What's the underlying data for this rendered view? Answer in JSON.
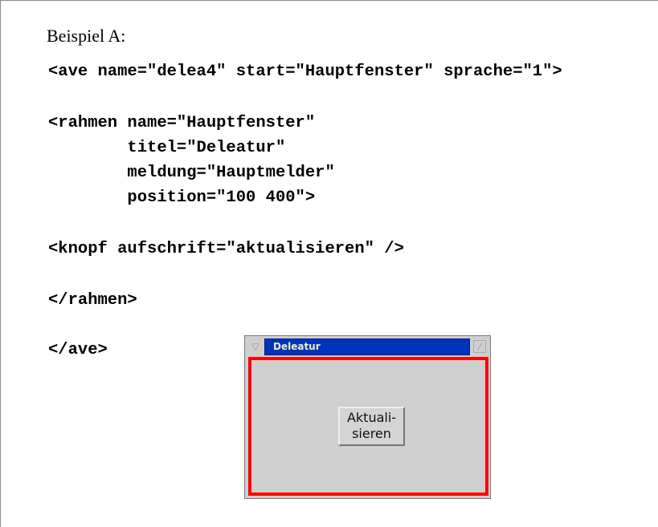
{
  "heading": "Beispiel A:",
  "code_lines": [
    "<ave name=\"delea4\" start=\"Hauptfenster\" sprache=\"1\">",
    "<rahmen name=\"Hauptfenster\"",
    "        titel=\"Deleatur\"",
    "        meldung=\"Hauptmelder\"",
    "        position=\"100 400\">",
    "<knopf aufschrift=\"aktualisieren\" />",
    "</rahmen>",
    "</ave>"
  ],
  "window": {
    "title": "Deleatur",
    "button_line1": "Aktuali-",
    "button_line2": "sieren"
  },
  "colors": {
    "title_bar": "#0033bb",
    "frame_highlight": "#ff0000"
  }
}
